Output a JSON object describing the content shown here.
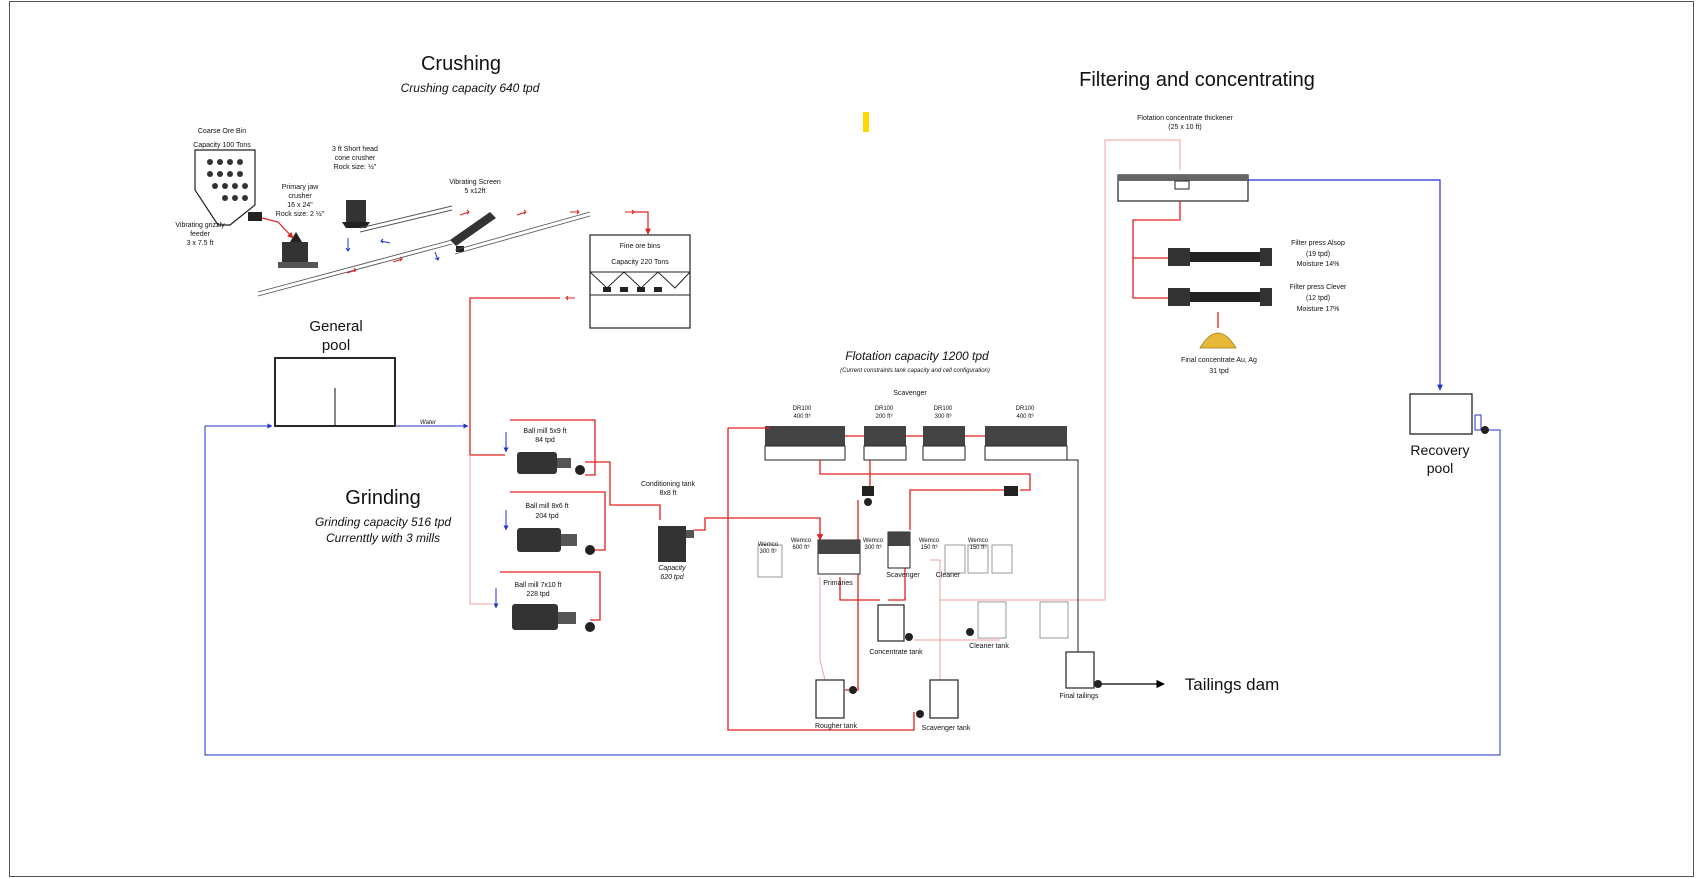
{
  "sections": {
    "crushing": {
      "title": "Crushing",
      "subtitle": "Crushing capacity 640 tpd"
    },
    "filtering": {
      "title": "Filtering and concentrating"
    },
    "grinding": {
      "title": "Grinding",
      "subtitle1": "Grinding capacity 516 tpd",
      "subtitle2": "Currenttly with 3 mills"
    },
    "flotation": {
      "title": "Flotation capacity 1200 tpd",
      "subtitle": "(Current constraints tank capacity and cell configuration)"
    }
  },
  "equipment": {
    "coarse_bin_1": "Coarse Ore Bin",
    "coarse_bin_2": "Capacity 100 Tons",
    "grizzly_1": "Vibrating grizzly",
    "grizzly_2": "feeder",
    "grizzly_3": "3 x 7.5 ft",
    "jaw_1": "Primary jaw",
    "jaw_2": "crusher",
    "jaw_3": "16 x 24\"",
    "jaw_4": "Rock size: 2 ½\"",
    "cone_1": "3 ft Short head",
    "cone_2": "cone crusher",
    "cone_3": "Rock size: ½\"",
    "screen_1": "Vibrating Screen",
    "screen_2": "5 x12ft",
    "fine_bins_1": "Fine ore bins",
    "fine_bins_2": "Capacity 220 Tons",
    "general_pool_1": "General",
    "general_pool_2": "pool",
    "water": "Water",
    "mill1_1": "Ball mill 5x9 ft",
    "mill1_2": "84 tpd",
    "mill2_1": "Ball mill 8x6 ft",
    "mill2_2": "204 tpd",
    "mill3_1": "Ball mill 7x10 ft",
    "mill3_2": "228 tpd",
    "cond_1": "Conditioning tank",
    "cond_2": "8x8 ft",
    "cond_3": "Capacity",
    "cond_4": "620 tpd",
    "scavenger_top": "Scavenger",
    "dr1_1": "DR100",
    "dr1_2": "400 ft³",
    "dr2_1": "DR100",
    "dr2_2": "200 ft³",
    "dr3_1": "DR100",
    "dr3_2": "300 ft³",
    "dr4_1": "DR100",
    "dr4_2": "400 ft³",
    "wemco1_1": "Wemco",
    "wemco1_2": "300 ft³",
    "wemco2_1": "Wemco",
    "wemco2_2": "600 ft³",
    "wemco3_1": "Wemco",
    "wemco3_2": "300 ft³",
    "wemco4_1": "Wemco",
    "wemco4_2": "150 ft³",
    "wemco5_1": "Wemco",
    "wemco5_2": "150 ft³",
    "primaries": "Primaries",
    "scavenger_mid": "Scavenger",
    "cleaner": "Cleaner",
    "concentrate_tank": "Concentrate tank",
    "cleaner_tank": "Cleaner tank",
    "rougher_tank": "Rougher tank",
    "scavenger_tank": "Scavenger tank",
    "final_tailings": "Final tailings",
    "tailings_dam": "Tailings dam",
    "thickener_1": "Flotation concentrate thickener",
    "thickener_2": "(25 x 10 ft)",
    "fp1_1": "Filter press Alsop",
    "fp1_2": "(19 tpd)",
    "fp1_3": "Moisture 14%",
    "fp2_1": "Filter press Clever",
    "fp2_2": "(12 tpd)",
    "fp2_3": "Moisture 17%",
    "final_conc_1": "Final concentrate Au, Ag",
    "final_conc_2": "31 tpd",
    "recovery_1": "Recovery",
    "recovery_2": "pool"
  },
  "colors": {
    "process_line": "#e02020",
    "water_line": "#2233cc",
    "light_line": "#f0a0a0",
    "marker": "#ffd700"
  }
}
